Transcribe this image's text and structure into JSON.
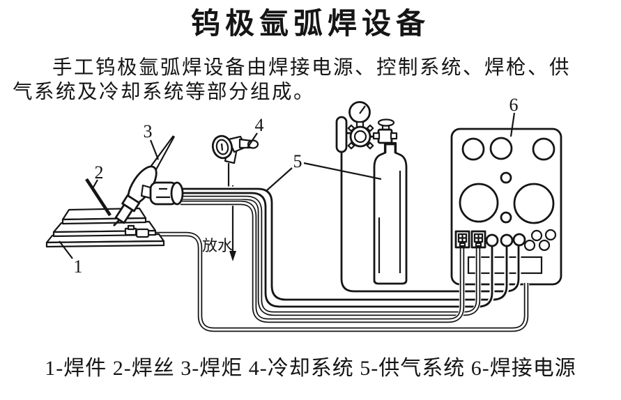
{
  "slide": {
    "title": "钨极氩弧焊设备",
    "body_line1": "手工钨极氩弧焊设备由焊接电源、控制系统、焊枪、供",
    "body_line2": "气系统及冷却系统等部分组成。",
    "caption": "1-焊件 2-焊丝 3-焊炬 4-冷却系统 5-供气系统 6-焊接电源"
  },
  "diagram": {
    "part_labels": {
      "n1": "1",
      "n2": "2",
      "n3": "3",
      "n4": "4",
      "n5": "5",
      "n6": "6"
    },
    "drain_label": "放水",
    "legend": [
      {
        "num": "1",
        "name": "焊件"
      },
      {
        "num": "2",
        "name": "焊丝"
      },
      {
        "num": "3",
        "name": "焊炬"
      },
      {
        "num": "4",
        "name": "冷却系统"
      },
      {
        "num": "5",
        "name": "供气系统"
      },
      {
        "num": "6",
        "name": "焊接电源"
      }
    ]
  },
  "colors": {
    "ink": "#151515",
    "background": "#ffffff"
  }
}
